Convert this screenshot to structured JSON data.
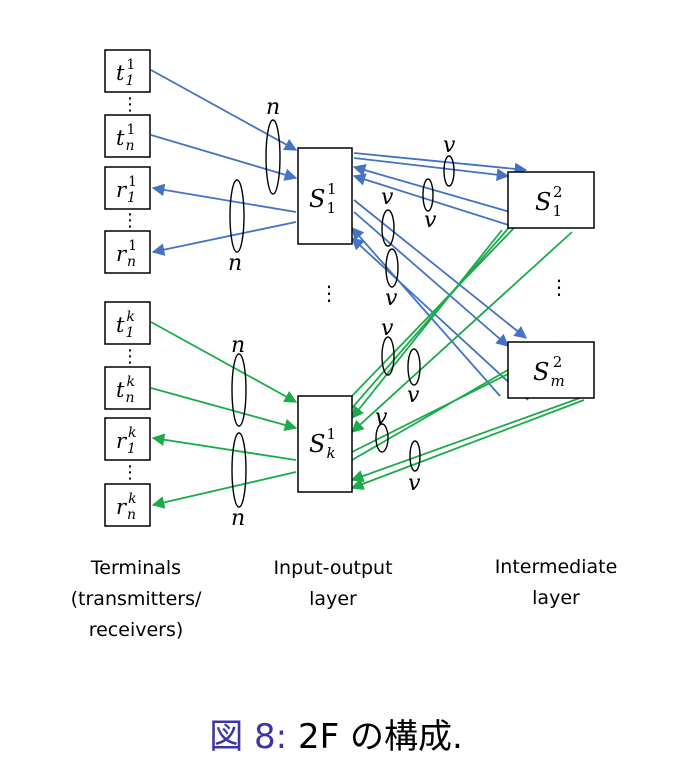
{
  "colors": {
    "blue": "#4472c4",
    "green": "#1aab4a",
    "black": "#000000",
    "caption_fig": "#3a35a8"
  },
  "terminals_group1": [
    {
      "base": "t",
      "sub": "1",
      "sup": "1"
    },
    {
      "base": "t",
      "sub": "n",
      "sup": "1"
    },
    {
      "base": "r",
      "sub": "1",
      "sup": "1"
    },
    {
      "base": "r",
      "sub": "n",
      "sup": "1"
    }
  ],
  "terminals_group2": [
    {
      "base": "t",
      "sub": "1",
      "sup": "k"
    },
    {
      "base": "t",
      "sub": "n",
      "sup": "k"
    },
    {
      "base": "r",
      "sub": "1",
      "sup": "k"
    },
    {
      "base": "r",
      "sub": "n",
      "sup": "k"
    }
  ],
  "io_switches": [
    {
      "base": "S",
      "sub": "1",
      "sup": "1"
    },
    {
      "base": "S",
      "sub": "k",
      "sup": "1"
    }
  ],
  "intermediate_switches": [
    {
      "base": "S",
      "sub": "1",
      "sup": "2"
    },
    {
      "base": "S",
      "sub": "m",
      "sup": "2"
    }
  ],
  "bundle_labels": {
    "n": "n",
    "v": "v"
  },
  "ellipsis": "⋮",
  "column_labels": {
    "terminals": [
      "Terminals",
      "(transmitters/",
      "receivers)"
    ],
    "io_layer": [
      "Input-output",
      "layer"
    ],
    "intermediate": [
      "Intermediate",
      "layer"
    ]
  },
  "caption": {
    "figure": "図 8:",
    "text": " 2F の構成."
  }
}
